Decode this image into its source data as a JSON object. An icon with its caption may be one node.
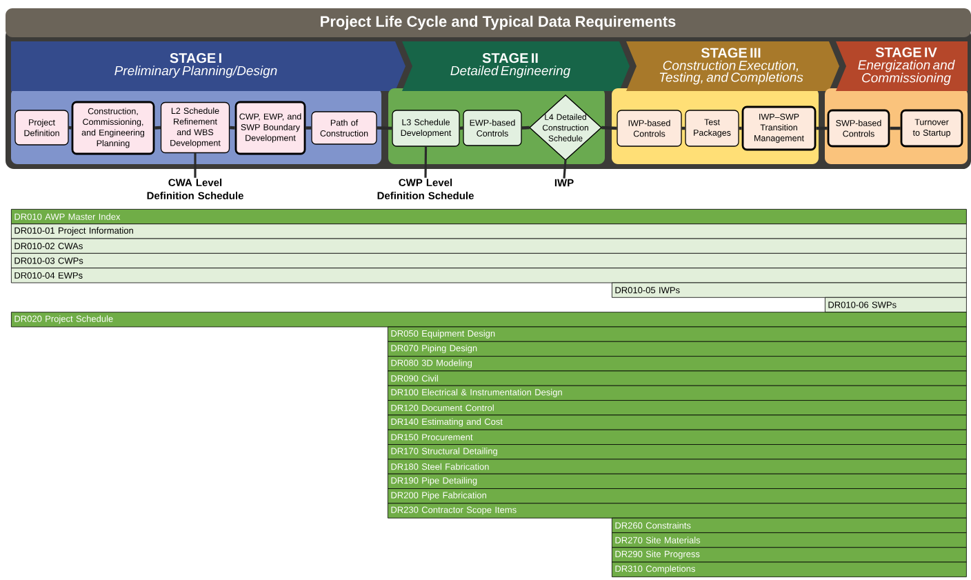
{
  "diagram": {
    "title": "Project Life Cycle and Typical Data Requirements",
    "nodes": [
      {
        "text": [
          "STAGE I",
          "Preliminary Planning/Design"
        ]
      },
      {
        "text": [
          "STAGE II",
          "Detailed Engineering"
        ]
      },
      {
        "text": [
          "STAGE III",
          "Construction Execution, Testing, and Completions"
        ]
      },
      {
        "text": [
          "STAGE IV",
          "Energization and Commissioning"
        ]
      },
      {
        "text": [
          "Project Definition"
        ],
        "in": 0
      },
      {
        "text": [
          "Construction, Commissioning, and Engineering Planning"
        ],
        "in": 0
      },
      {
        "text": [
          "L2 Schedule Refinement and WBS Development"
        ],
        "in": 0
      },
      {
        "text": [
          "CWP, EWP, and SWP Boundary Development"
        ],
        "in": 0
      },
      {
        "text": [
          "Path of Construction"
        ],
        "in": 0
      },
      {
        "text": [
          "L3 Schedule Development"
        ],
        "in": 1
      },
      {
        "text": [
          "EWP-based Controls"
        ],
        "in": 1
      },
      {
        "text": [
          "L4 Detailed Construction Schedule"
        ],
        "in": 1
      },
      {
        "text": [
          "IWP-based Controls"
        ],
        "in": 2
      },
      {
        "text": [
          "Test Packages"
        ],
        "in": 2
      },
      {
        "text": [
          "IWP–SWP Transition Management"
        ],
        "in": 2
      },
      {
        "text": [
          "SWP-based Controls"
        ],
        "in": 3
      },
      {
        "text": [
          "Turnover to Startup"
        ],
        "in": 3
      },
      {
        "text": [
          "CWA Level Definition Schedule"
        ]
      },
      {
        "text": [
          "CWP Level Definition Schedule"
        ]
      },
      {
        "text": [
          "IWP"
        ]
      },
      {
        "text": [
          "DR010 AWP Master Index"
        ]
      },
      {
        "text": [
          "DR010-01 Project Information"
        ]
      },
      {
        "text": [
          "DR010-02 CWAs"
        ]
      },
      {
        "text": [
          "DR010-03 CWPs"
        ]
      },
      {
        "text": [
          "DR010-04 EWPs"
        ]
      },
      {
        "text": [
          "DR010-05 IWPs"
        ]
      },
      {
        "text": [
          "DR010-06 SWPs"
        ]
      },
      {
        "text": [
          "DR020 Project Schedule"
        ]
      },
      {
        "text": [
          "DR050 Equipment Design"
        ]
      },
      {
        "text": [
          "DR070 Piping Design"
        ]
      },
      {
        "text": [
          "DR080 3D Modeling"
        ]
      },
      {
        "text": [
          "DR090 Civil"
        ]
      },
      {
        "text": [
          "DR100 Electrical & Instrumentation Design"
        ]
      },
      {
        "text": [
          "DR120 Document Control"
        ]
      },
      {
        "text": [
          "DR140 Estimating and Cost"
        ]
      },
      {
        "text": [
          "DR150 Procurement"
        ]
      },
      {
        "text": [
          "DR170 Structural Detailing"
        ]
      },
      {
        "text": [
          "DR180 Steel Fabrication"
        ]
      },
      {
        "text": [
          "DR190 Pipe Detailing"
        ]
      },
      {
        "text": [
          "DR200 Pipe Fabrication"
        ]
      },
      {
        "text": [
          "DR230 Contractor Scope Items"
        ]
      },
      {
        "text": [
          "DR260 Constraints"
        ]
      },
      {
        "text": [
          "DR270 Site Materials"
        ]
      },
      {
        "text": [
          "DR290 Site Progress"
        ]
      },
      {
        "text": [
          "DR310 Completions"
        ]
      }
    ],
    "edges": [
      {
        "from": 4,
        "to": 5,
        "arrow": "none"
      },
      {
        "from": 5,
        "to": 6,
        "arrow": "none"
      },
      {
        "from": 6,
        "to": 7,
        "arrow": "none"
      },
      {
        "from": 7,
        "to": 8,
        "arrow": "none"
      },
      {
        "from": 8,
        "to": 9,
        "arrow": "none"
      },
      {
        "from": 9,
        "to": 10,
        "arrow": "none"
      },
      {
        "from": 10,
        "to": 11,
        "arrow": "none"
      },
      {
        "from": 11,
        "to": 12,
        "arrow": "none"
      },
      {
        "from": 12,
        "to": 13,
        "arrow": "none"
      },
      {
        "from": 13,
        "to": 14,
        "arrow": "none"
      },
      {
        "from": 14,
        "to": 15,
        "arrow": "none"
      },
      {
        "from": 15,
        "to": 16,
        "arrow": "none"
      },
      {
        "from": 6,
        "to": 17,
        "arrow": "none"
      },
      {
        "from": 9,
        "to": 18,
        "arrow": "none"
      },
      {
        "from": 11,
        "to": 19,
        "arrow": "none"
      }
    ]
  }
}
